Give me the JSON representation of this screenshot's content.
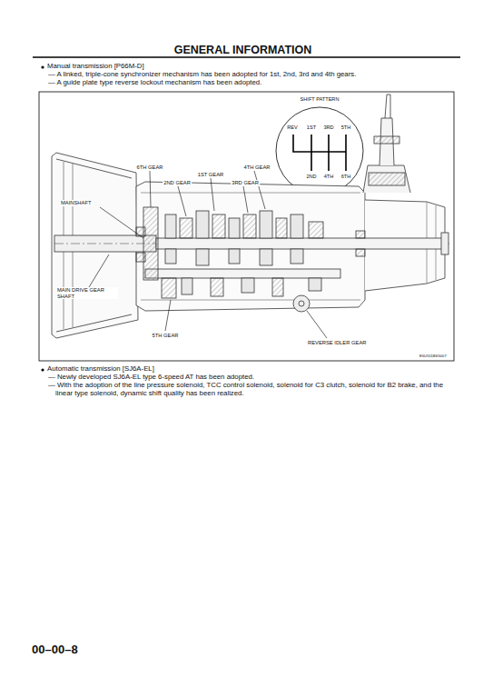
{
  "diagram": {
    "title": "GENERAL INFORMATION",
    "labels": [
      "Manual transmission [P66M-D]",
      "— A linked, triple-cone synchronizer mechanism has been adopted for 1st, 2nd, 3rd and 4th gears.",
      "— A guide plate type reverse lockout mechanism has been adopted.",
      "SHIFT PATTERN",
      "REV",
      "1ST",
      "3RD",
      "5TH",
      "2ND",
      "4TH",
      "6TH",
      "6TH GEAR",
      "1ST GEAR",
      "4TH GEAR",
      "2ND GEAR",
      "3RD GEAR",
      "MAINSHAFT",
      "MAIN DRIVE GEAR SHAFT",
      "5TH GEAR",
      "REVERSE IDLER GEAR",
      "E5U511BS5007",
      "Automatic transmission [SJ6A-EL]",
      "— Newly developed SJ6A-EL type 6-speed AT has been adopted.",
      "— With the adoption of the line pressure solenoid, TCC control solenoid, solenoid for C3 clutch, solenoid for B2 brake, and the linear type solenoid, dynamic shift quality has been realized.",
      "00–00–8"
    ]
  }
}
